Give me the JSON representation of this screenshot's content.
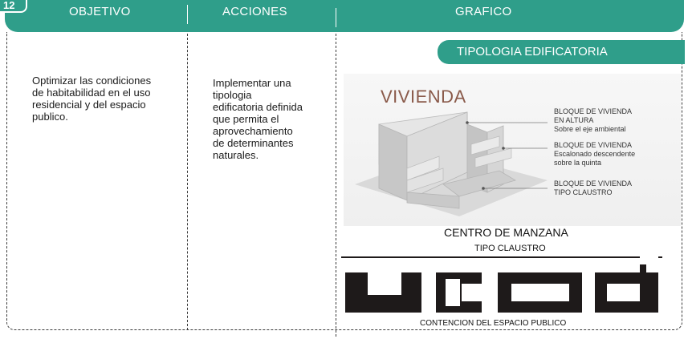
{
  "header": {
    "badge": "12",
    "columns": [
      "OBJETIVO",
      "ACCIONES",
      "GRAFICO"
    ]
  },
  "objetivo": {
    "lines": [
      "Optimizar  las condiciones",
      "de habitabilidad en el uso",
      "residencial y del espacio",
      "publico."
    ]
  },
  "acciones": {
    "lines": [
      "Implementar una",
      "tipologia",
      "edificatoria definida",
      "que permita el",
      "aprovechamiento",
      "de determinantes",
      "naturales."
    ]
  },
  "grafico": {
    "pill": "TIPOLOGIA EDIFICATORIA",
    "illustration_title": "VIVIENDA",
    "labels": [
      {
        "lines": [
          "BLOQUE DE VIVIENDA",
          "EN ALTURA",
          "Sobre el eje ambiental"
        ]
      },
      {
        "lines": [
          "BLOQUE DE VIVIENDA",
          "Escalonado descendente",
          "sobre la quinta"
        ]
      },
      {
        "lines": [
          "BLOQUE DE VIVIENDA",
          "TIPO CLAUSTRO"
        ]
      }
    ],
    "centro": "CENTRO DE MANZANA",
    "tipo": "TIPO CLAUSTRO",
    "contencion": "CONTENCION DEL ESPACIO PUBLICO"
  },
  "colors": {
    "accent": "#2f9e8a",
    "title_brown": "#8a5a4a",
    "block_black": "#1e1a1a"
  }
}
